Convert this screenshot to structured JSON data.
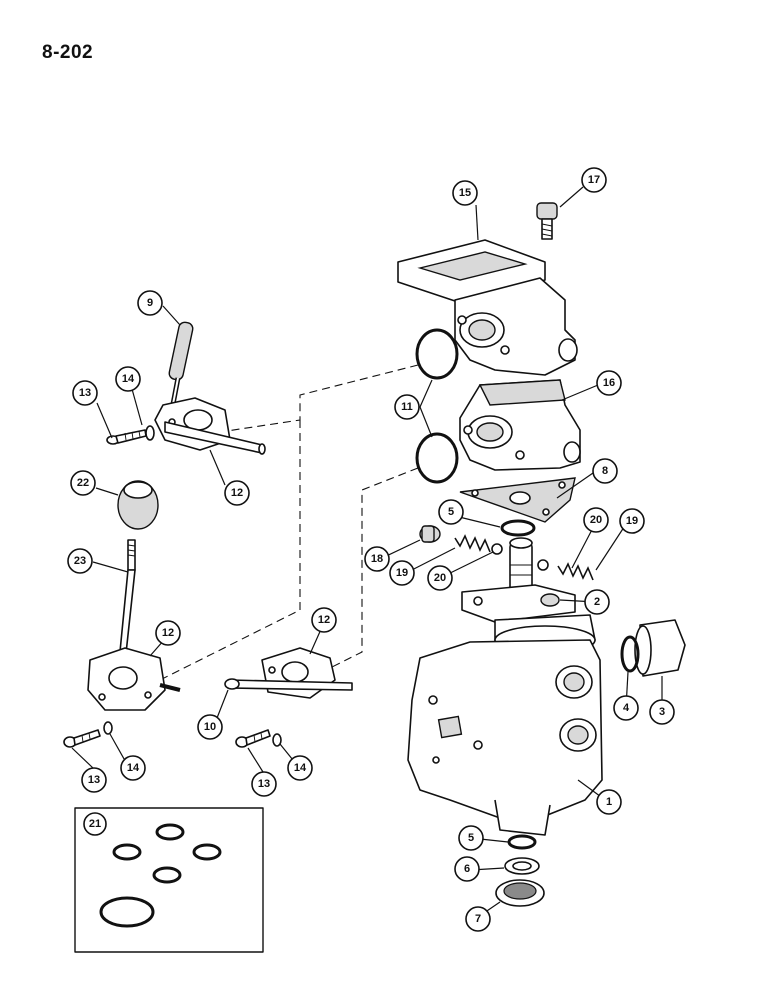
{
  "page": {
    "number": "8-202"
  },
  "callouts": [
    {
      "id": "c1",
      "label": "1"
    },
    {
      "id": "c2",
      "label": "2"
    },
    {
      "id": "c3",
      "label": "3"
    },
    {
      "id": "c4",
      "label": "4"
    },
    {
      "id": "c5a",
      "label": "5"
    },
    {
      "id": "c5b",
      "label": "5"
    },
    {
      "id": "c6",
      "label": "6"
    },
    {
      "id": "c7",
      "label": "7"
    },
    {
      "id": "c8",
      "label": "8"
    },
    {
      "id": "c9",
      "label": "9"
    },
    {
      "id": "c10",
      "label": "10"
    },
    {
      "id": "c11",
      "label": "11"
    },
    {
      "id": "c12a",
      "label": "12"
    },
    {
      "id": "c12b",
      "label": "12"
    },
    {
      "id": "c12c",
      "label": "12"
    },
    {
      "id": "c13a",
      "label": "13"
    },
    {
      "id": "c13b",
      "label": "13"
    },
    {
      "id": "c13c",
      "label": "13"
    },
    {
      "id": "c14a",
      "label": "14"
    },
    {
      "id": "c14b",
      "label": "14"
    },
    {
      "id": "c14c",
      "label": "14"
    },
    {
      "id": "c15",
      "label": "15"
    },
    {
      "id": "c16",
      "label": "16"
    },
    {
      "id": "c17",
      "label": "17"
    },
    {
      "id": "c18",
      "label": "18"
    },
    {
      "id": "c19a",
      "label": "19"
    },
    {
      "id": "c19b",
      "label": "19"
    },
    {
      "id": "c20a",
      "label": "20"
    },
    {
      "id": "c20b",
      "label": "20"
    },
    {
      "id": "c21",
      "label": "21"
    },
    {
      "id": "c22",
      "label": "22"
    },
    {
      "id": "c23",
      "label": "23"
    }
  ]
}
